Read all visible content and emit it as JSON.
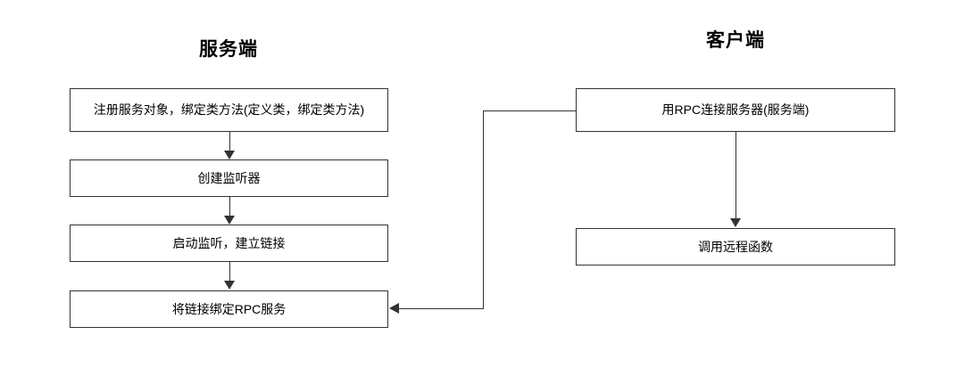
{
  "diagram": {
    "type": "flowchart",
    "columns": [
      {
        "id": "server",
        "title": "服务端",
        "nodes": [
          {
            "id": "srv-1",
            "label": "注册服务对象，绑定类方法(定义类，绑定类方法)"
          },
          {
            "id": "srv-2",
            "label": "创建监听器"
          },
          {
            "id": "srv-3",
            "label": "启动监听，建立链接"
          },
          {
            "id": "srv-4",
            "label": "将链接绑定RPC服务"
          }
        ]
      },
      {
        "id": "client",
        "title": "客户端",
        "nodes": [
          {
            "id": "cli-1",
            "label": "用RPC连接服务器(服务端)"
          },
          {
            "id": "cli-2",
            "label": "调用远程函数"
          }
        ]
      }
    ],
    "edges": [
      {
        "from": "srv-1",
        "to": "srv-2",
        "style": "arrow-down"
      },
      {
        "from": "srv-2",
        "to": "srv-3",
        "style": "arrow-down"
      },
      {
        "from": "srv-3",
        "to": "srv-4",
        "style": "arrow-down"
      },
      {
        "from": "cli-1",
        "to": "cli-2",
        "style": "arrow-down"
      },
      {
        "from": "cli-1",
        "to": "srv-4",
        "style": "elbow-arrow-left"
      }
    ],
    "colors": {
      "background": "#ffffff",
      "stroke": "#333333",
      "text": "#000000"
    }
  }
}
